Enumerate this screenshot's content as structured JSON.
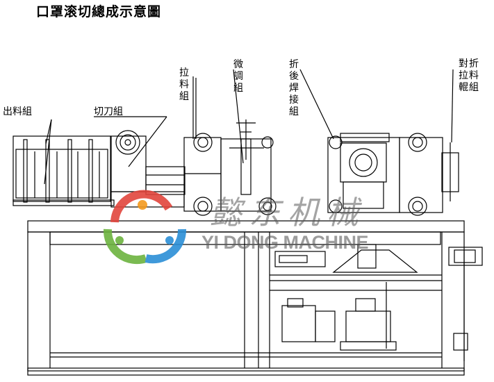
{
  "title": "口罩滚切總成示意圖",
  "labels": {
    "outfeed": "出料組",
    "cutter": "切刀組",
    "pull": "拉料組",
    "fine_adjust": "微調組",
    "fold_weld": "折後焊接組",
    "fold_pull_roller": "對折拉料輥組"
  },
  "brand": {
    "chinese": "懿东机械",
    "english": "YI DONG MACHINE"
  },
  "colors": {
    "line": "#000000",
    "logo_red": "#e2453c",
    "logo_green": "#6cb33f",
    "logo_blue": "#2b8fd6",
    "logo_orange": "#f39a1e",
    "watermark": "#7a7a7a"
  }
}
